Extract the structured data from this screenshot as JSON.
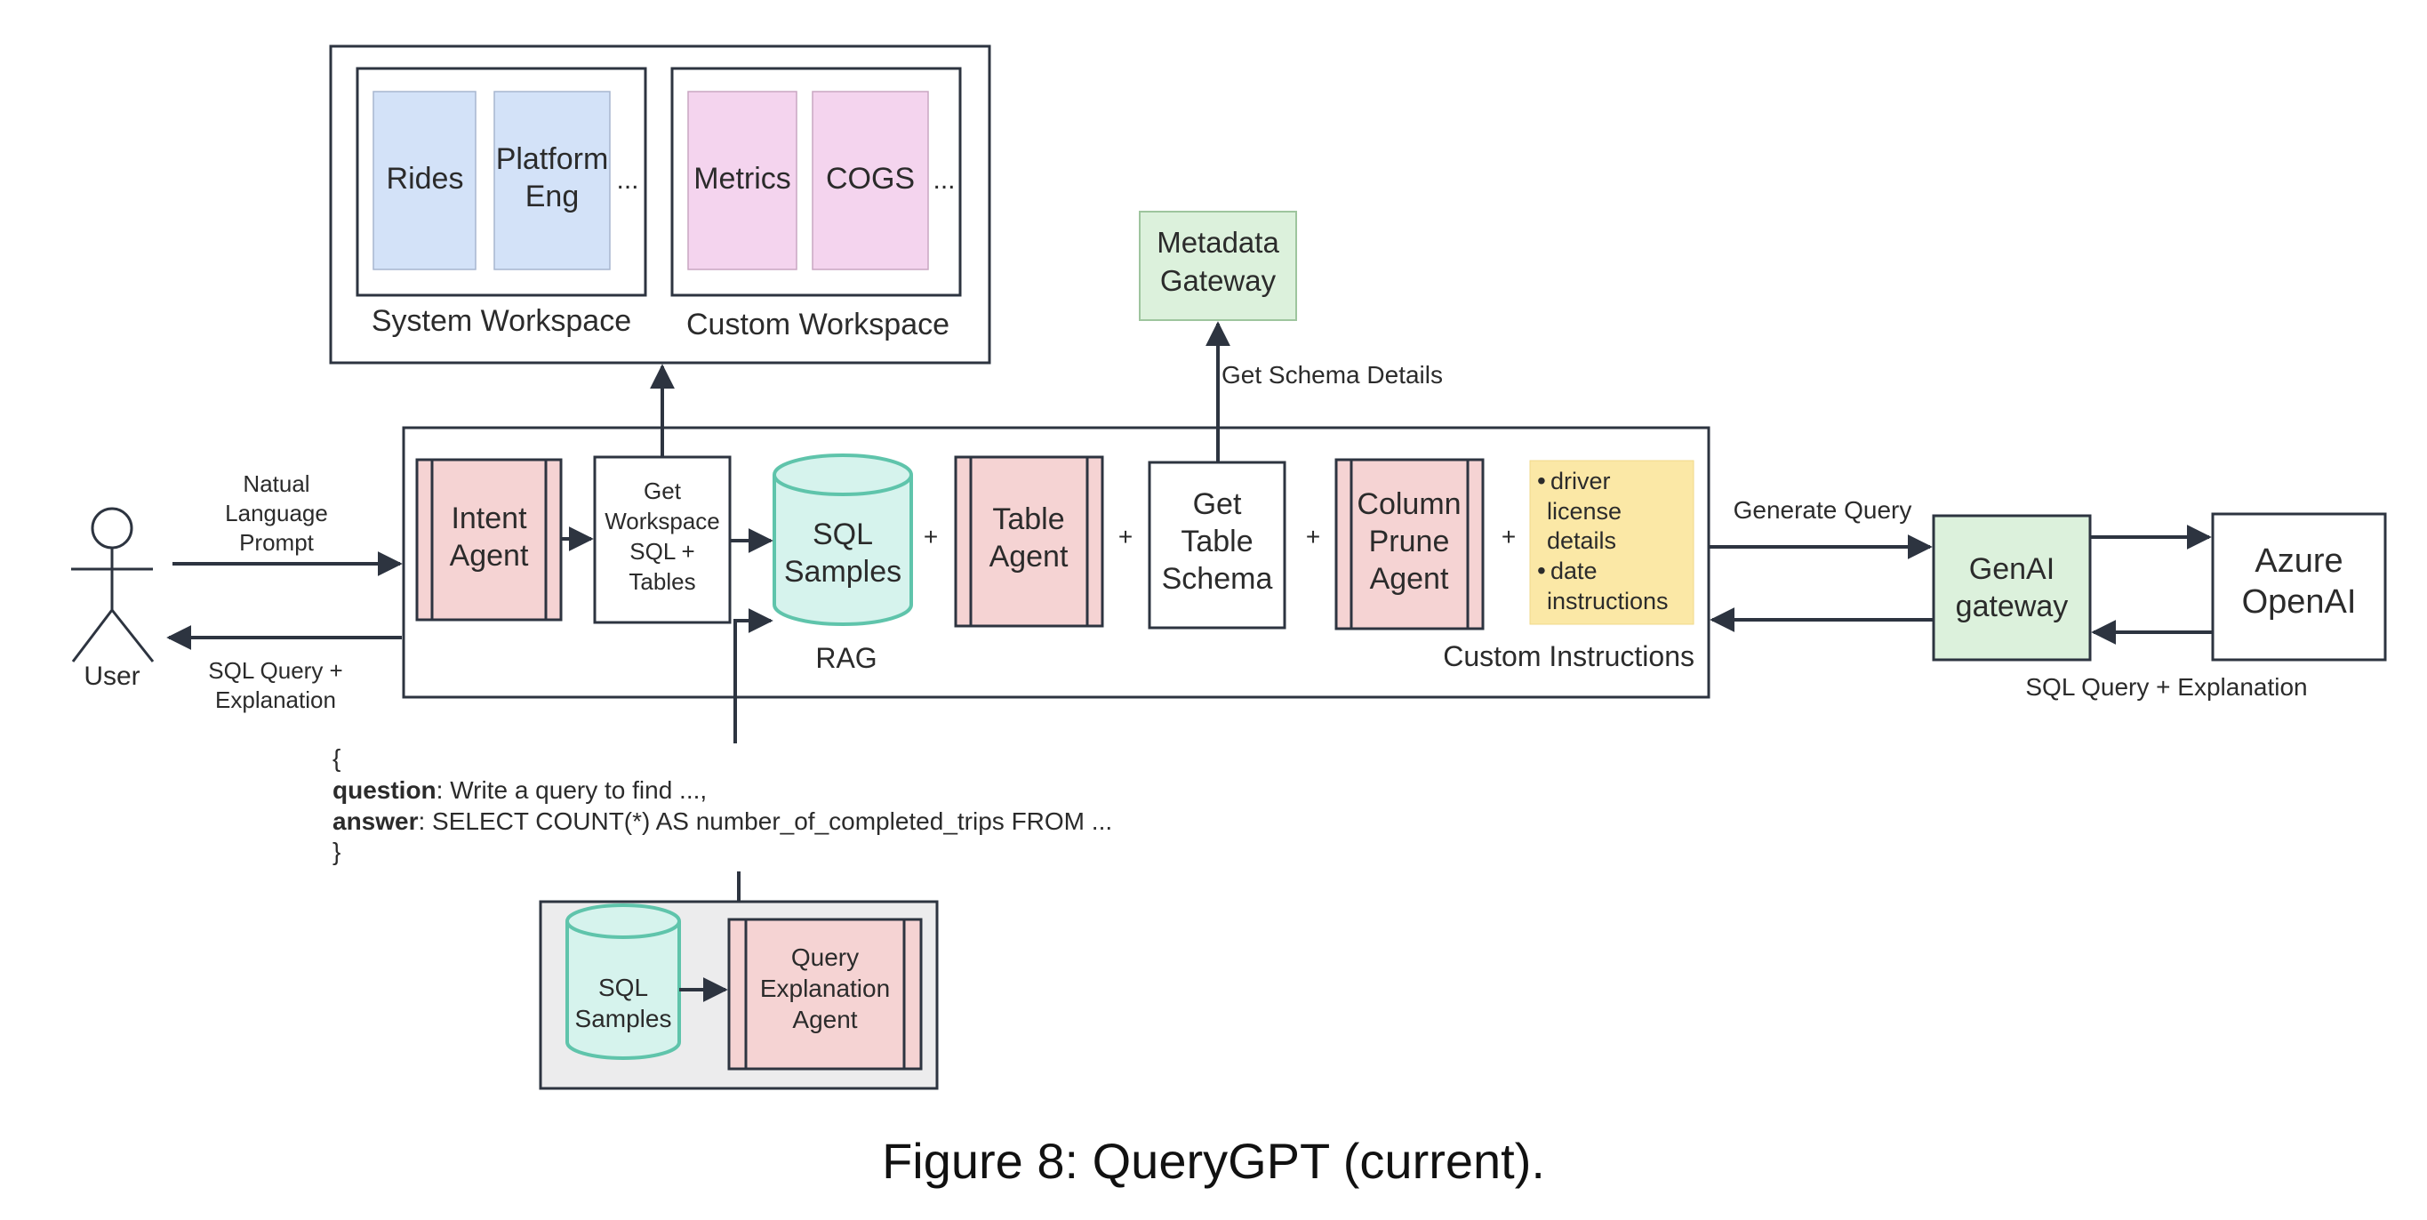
{
  "workspaces": {
    "system": {
      "label": "System Workspace",
      "items": [
        {
          "lines": [
            "Rides"
          ]
        },
        {
          "lines": [
            "Platform",
            "Eng"
          ]
        }
      ],
      "ellipsis": "..."
    },
    "custom": {
      "label": "Custom Workspace",
      "items": [
        {
          "lines": [
            "Metrics"
          ]
        },
        {
          "lines": [
            "COGS"
          ]
        }
      ],
      "ellipsis": "..."
    }
  },
  "metadata_gateway": {
    "lines": [
      "Metadata",
      "Gateway"
    ]
  },
  "get_schema_details": "Get Schema Details",
  "user": {
    "label": "User",
    "prompt_lines": [
      "Natual",
      "Language",
      "Prompt"
    ],
    "response_lines": [
      "SQL Query +",
      "Explanation"
    ]
  },
  "pipeline": {
    "intent_agent": {
      "lines": [
        "Intent",
        "Agent"
      ]
    },
    "get_workspace": {
      "lines": [
        "Get",
        "Workspace",
        "SQL +",
        "Tables"
      ]
    },
    "sql_samples": {
      "lines": [
        "SQL",
        "Samples"
      ]
    },
    "rag_label": "RAG",
    "table_agent": {
      "lines": [
        "Table",
        "Agent"
      ]
    },
    "get_table_schema": {
      "lines": [
        "Get",
        "Table",
        "Schema"
      ]
    },
    "column_prune_agent": {
      "lines": [
        "Column",
        "Prune",
        "Agent"
      ]
    },
    "note": {
      "bullets": [
        {
          "lines": [
            "driver",
            "license",
            "details"
          ]
        },
        {
          "lines": [
            "date",
            "instructions"
          ]
        }
      ]
    },
    "custom_instructions": "Custom Instructions",
    "plus": "+"
  },
  "generate_query": "Generate Query",
  "genai_gateway": {
    "lines": [
      "GenAI",
      "gateway"
    ]
  },
  "azure_openai": {
    "lines": [
      "Azure",
      "OpenAI"
    ]
  },
  "sql_explanation": "SQL Query + Explanation",
  "example": {
    "open_brace": "{",
    "question_key": "question",
    "question_value": ": Write a query to find ...,",
    "answer_key": "answer",
    "answer_value": ": SELECT COUNT(*) AS number_of_completed_trips FROM ...",
    "close_brace": "}"
  },
  "bottom": {
    "sql_samples": {
      "lines": [
        "SQL",
        "Samples"
      ]
    },
    "query_explanation_agent": {
      "lines": [
        "Query",
        "Explanation",
        "Agent"
      ]
    }
  },
  "caption": "Figure 8: QueryGPT (current).",
  "colors": {
    "blue_fill": "#d3e2f8",
    "pink_fill": "#f4d4ee",
    "red_fill": "#f5d3d3",
    "teal_fill": "#d6f3ed",
    "teal_stroke": "#5fc4ab",
    "green_fill": "#dcf1dc",
    "yellow_note": "#fbe8a6",
    "gray_panel": "#ececed",
    "line": "#2d3440",
    "text": "#2b2b2b"
  }
}
